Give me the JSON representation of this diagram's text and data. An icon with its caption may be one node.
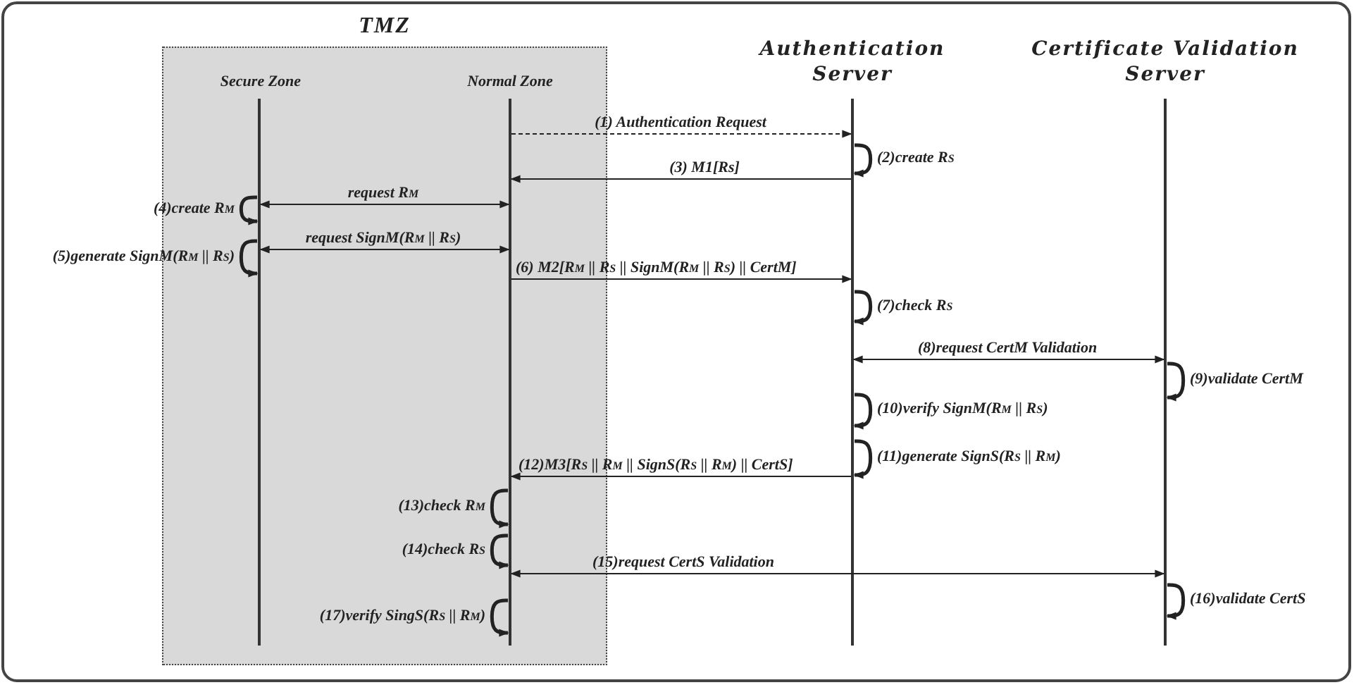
{
  "diagram": {
    "nodes": [
      {
        "text": [
          "TMZ"
        ]
      },
      {
        "text": [
          "Secure Zone"
        ],
        "in": 0
      },
      {
        "text": [
          "Normal Zone"
        ],
        "in": 0
      },
      {
        "text": [
          "Authentication Server"
        ]
      },
      {
        "text": [
          "Certificate Validation Server"
        ]
      },
      {
        "text": [],
        "shape": "bar",
        "in": 0
      },
      {
        "text": [],
        "shape": "bar",
        "in": 0
      },
      {
        "text": [],
        "shape": "bar"
      },
      {
        "text": [],
        "shape": "bar"
      }
    ],
    "edges": [
      {
        "from": 6,
        "to": 7,
        "arrow": "to",
        "label": "(1) Authentication Request",
        "style": "dashed"
      },
      {
        "from": 7,
        "to": 7,
        "arrow": "to",
        "label": "(2)create R$_{S}$"
      },
      {
        "from": 7,
        "to": 6,
        "arrow": "to",
        "label": "(3) M1[Rs]"
      },
      {
        "from": 6,
        "to": 5,
        "arrow": "both",
        "label": "request R$_{M}$"
      },
      {
        "from": 5,
        "to": 5,
        "arrow": "to",
        "label": "(4)create R$_{M}$"
      },
      {
        "from": 6,
        "to": 5,
        "arrow": "both",
        "label": "request SignM(R$_{M}$ || R$_{S}$)"
      },
      {
        "from": 5,
        "to": 5,
        "arrow": "to",
        "label": "(5)generate SignM(R$_{M}$ || R$_{S}$)"
      },
      {
        "from": 6,
        "to": 7,
        "arrow": "to",
        "label": "(6) M2[R$_{M}$ || R$_{S}$ || SignM(R$_{M}$ || R$_{S}$) || CertM]"
      },
      {
        "from": 7,
        "to": 7,
        "arrow": "to",
        "label": "(7)check R$_{S}$"
      },
      {
        "from": 7,
        "to": 8,
        "arrow": "both",
        "label": "(8)request CertM Validation"
      },
      {
        "from": 8,
        "to": 8,
        "arrow": "to",
        "label": "(9)validate CertM"
      },
      {
        "from": 7,
        "to": 7,
        "arrow": "to",
        "label": "(10)verify SignM(R$_{M}$ || R$_{S}$)"
      },
      {
        "from": 7,
        "to": 7,
        "arrow": "to",
        "label": "(11)generate SignS(R$_{S}$ || R$_{M}$)"
      },
      {
        "from": 7,
        "to": 6,
        "arrow": "to",
        "label": "(12)M3[R$_{S}$ || R$_{M}$ || SignS(R$_{S}$ || R$_{M}$) || CertS]"
      },
      {
        "from": 6,
        "to": 6,
        "arrow": "to",
        "label": "(13)check R$_{M}$"
      },
      {
        "from": 6,
        "to": 6,
        "arrow": "to",
        "label": "(14)check R$_{S}$"
      },
      {
        "from": 6,
        "to": 8,
        "arrow": "both",
        "label": "(15)request CertS Validation"
      },
      {
        "from": 8,
        "to": 8,
        "arrow": "to",
        "label": "(16)validate CertS"
      },
      {
        "from": 6,
        "to": 6,
        "arrow": "to",
        "label": "(17)verify SingS(R$_{S}$ || R$_{M}$)"
      }
    ]
  }
}
